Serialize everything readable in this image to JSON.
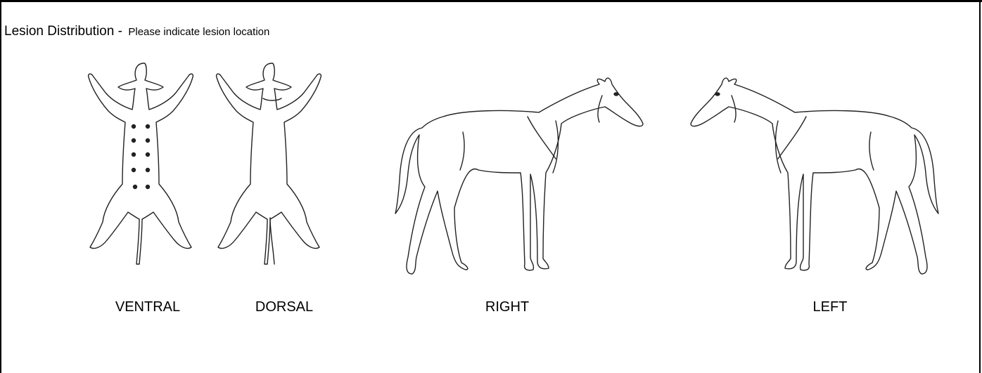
{
  "section": {
    "title": "Lesion Distribution -",
    "instruction": "Please indicate lesion location"
  },
  "views": [
    {
      "key": "ventral",
      "label": "VENTRAL"
    },
    {
      "key": "dorsal",
      "label": "DORSAL"
    },
    {
      "key": "right",
      "label": "RIGHT"
    },
    {
      "key": "left",
      "label": "LEFT"
    }
  ]
}
